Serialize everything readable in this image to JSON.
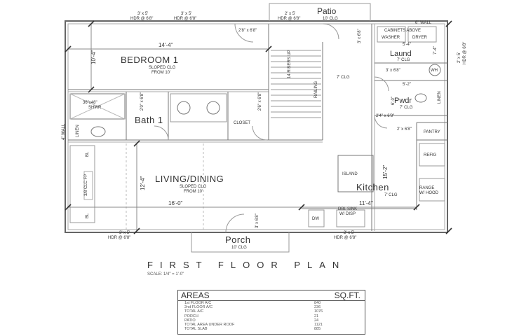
{
  "plan": {
    "rooms": {
      "patio": "Patio",
      "patio_clg": "10' CLG",
      "bedroom": "BEDROOM 1",
      "bedroom_clg1": "SLOPED CLG",
      "bedroom_clg2": "FROM 10'",
      "bath": "Bath 1",
      "closet": "CLOSET",
      "living": "LIVING/DINING",
      "living_clg1": "SLOPED CLG",
      "living_clg2": "FROM 10'",
      "porch": "Porch",
      "porch_clg": "10' CLG",
      "laund": "Laund",
      "laund_clg": "7' CLG",
      "pwdr": "Pwdr",
      "pwdr_clg": "7' CLG",
      "kitchen": "Kitchen",
      "kitchen_clg": "7' CLG",
      "island": "ISLAND",
      "pantry": "PANTRY",
      "refig": "REFIG",
      "range1": "RANGE",
      "range2": "W/ HOOD",
      "dw": "DW",
      "sink1": "DBL SINK",
      "sink2": "W/ DISP",
      "cabinets": "CABINETS ABOVE",
      "washer": "WASHER",
      "dryer": "DRYER",
      "wall6": "6\" WALL",
      "wall4": "4\" WALL",
      "shower1": "36\"x48\"",
      "shower2": "SHWR",
      "stairs": "14 RISERS UP",
      "railing": "RAILING",
      "stair_clg": "7' CLG",
      "wh": "WH",
      "fp": "3/8 CLC FP",
      "bl1": "BL",
      "bl2": "BL",
      "lnv1": "LINEN",
      "lnv2": "LINEN"
    },
    "dims": {
      "d_14_4": "14'-4\"",
      "d_16_0": "16'-0\"",
      "d_11_4": "11'-4\"",
      "d_10_4": "10'-4\"",
      "d_12_4": "12'-4\"",
      "d_15_2": "15'-2\"",
      "d_5_4": "5'-4\"",
      "d_5_2": "5'-2\"",
      "d_7_4": "7'-4\"",
      "d_6_0": "6'-0\""
    },
    "doors": {
      "hdr1a": "3' x 5'",
      "hdr1b": "HDR @ 6'8\"",
      "hdr2a": "3' x 5'",
      "hdr2b": "HDR @ 6'8\"",
      "hdr3a": "2' x 5'",
      "hdr3b": "HDR @ 6'8\"",
      "hdr4a": "3' x 5'",
      "hdr4b": "HDR @ 6'8\"",
      "hdr5a": "2' x 5'",
      "hdr5b": "HDR @ 6'8\"",
      "hdr6a": "2' x 5'",
      "hdr6b": "HDR @ 6'8\"",
      "dr1": "2'8\" x 6'8\"",
      "dr2": "2'0\" x 6'8\"",
      "dr3": "3' x 6'8\"",
      "dr4": "2'4\" x 6'8\"",
      "dr5": "2' x 6'8\"",
      "dr6": "3' x 6'8\"",
      "dr7": "2'6\" x 6'8\"",
      "dr8": "3' x 6'8\""
    }
  },
  "title": "FIRST FLOOR PLAN",
  "scale": "SCALE: 1/4\" = 1'-0\"",
  "areas": {
    "header_left": "AREAS",
    "header_right": "SQ.FT.",
    "rows": [
      {
        "name": "1st FLOOR A/C",
        "value": "840"
      },
      {
        "name": "2nd FLOOR A/C",
        "value": "236"
      },
      {
        "name": "TOTAL A/C",
        "value": "1076"
      },
      {
        "name": "PORCH",
        "value": "21"
      },
      {
        "name": "PATIO",
        "value": "24"
      },
      {
        "name": "TOTAL AREA UNDER ROOF",
        "value": "1121"
      },
      {
        "name": "TOTAL SLAB",
        "value": "885"
      }
    ]
  }
}
